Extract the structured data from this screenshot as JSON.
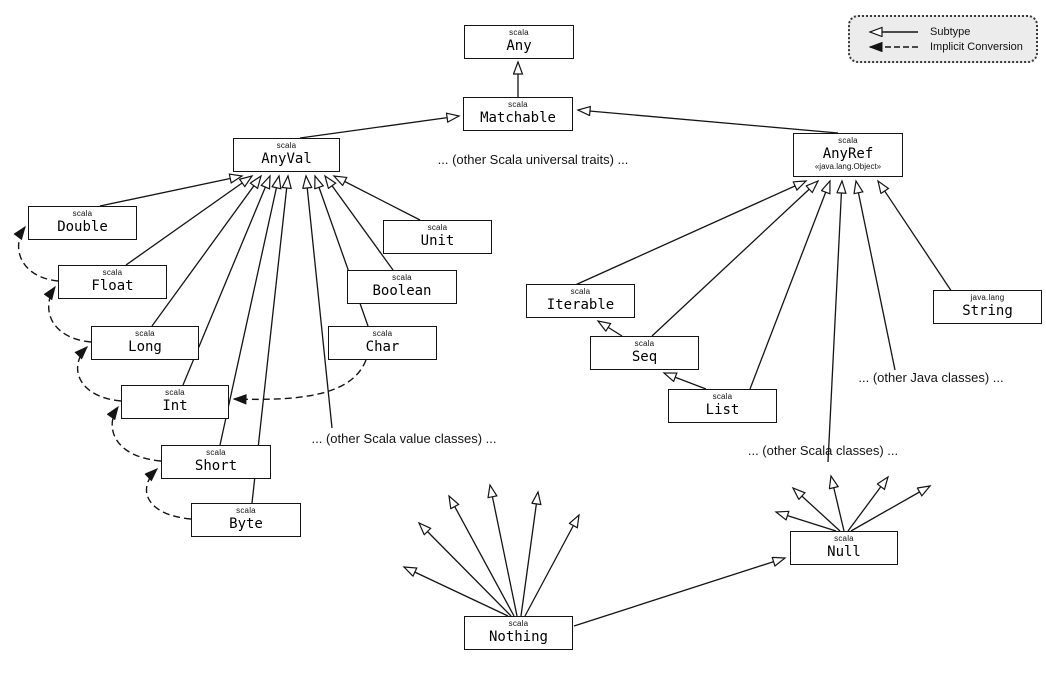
{
  "legend": {
    "subtype_label": "Subtype",
    "implicit_label": "Implicit Conversion"
  },
  "nodes": {
    "any": {
      "pkg": "scala",
      "name": "Any"
    },
    "matchable": {
      "pkg": "scala",
      "name": "Matchable"
    },
    "anyval": {
      "pkg": "scala",
      "name": "AnyVal"
    },
    "anyref": {
      "pkg": "scala",
      "name": "AnyRef",
      "note": "«java.lang.Object»"
    },
    "double": {
      "pkg": "scala",
      "name": "Double"
    },
    "float": {
      "pkg": "scala",
      "name": "Float"
    },
    "long": {
      "pkg": "scala",
      "name": "Long"
    },
    "int": {
      "pkg": "scala",
      "name": "Int"
    },
    "short": {
      "pkg": "scala",
      "name": "Short"
    },
    "byte": {
      "pkg": "scala",
      "name": "Byte"
    },
    "unit": {
      "pkg": "scala",
      "name": "Unit"
    },
    "boolean": {
      "pkg": "scala",
      "name": "Boolean"
    },
    "char": {
      "pkg": "scala",
      "name": "Char"
    },
    "iterable": {
      "pkg": "scala",
      "name": "Iterable"
    },
    "seq": {
      "pkg": "scala",
      "name": "Seq"
    },
    "list": {
      "pkg": "scala",
      "name": "List"
    },
    "string": {
      "pkg": "java.lang",
      "name": "String"
    },
    "nothing": {
      "pkg": "scala",
      "name": "Nothing"
    },
    "null": {
      "pkg": "scala",
      "name": "Null"
    }
  },
  "annotations": {
    "universal_traits": "... (other Scala universal traits) ...",
    "value_classes": "... (other Scala value classes) ...",
    "java_classes": "... (other Java classes) ...",
    "scala_classes": "... (other Scala classes) ..."
  }
}
